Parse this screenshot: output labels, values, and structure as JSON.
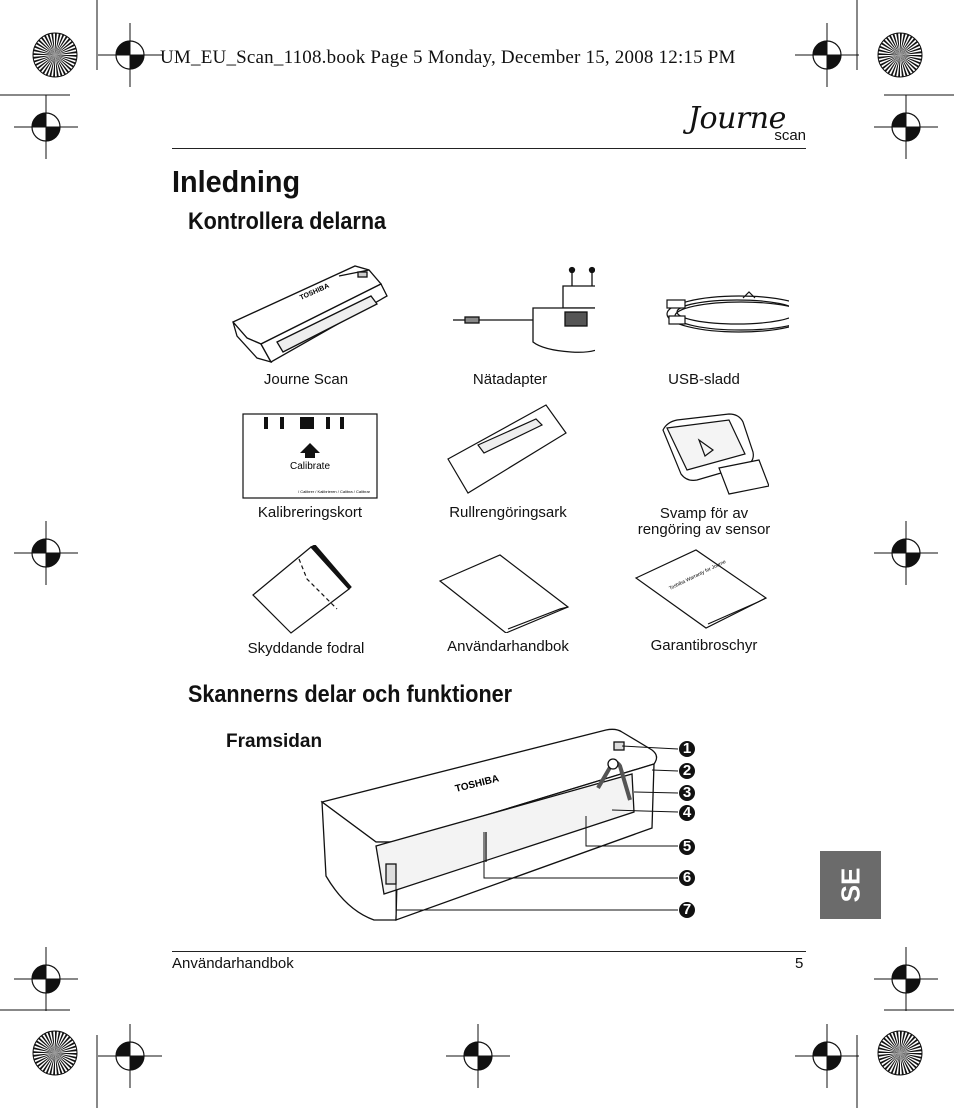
{
  "header": {
    "book_line": "UM_EU_Scan_1108.book  Page 5  Monday, December 15, 2008  12:15 PM",
    "brand_script": "Journe",
    "brand_word": "scan"
  },
  "title": "Inledning",
  "section1": {
    "heading": "Kontrollera delarna",
    "items": [
      {
        "caption": "Journe Scan",
        "icon": "scanner-icon"
      },
      {
        "caption": "Nätadapter",
        "icon": "power-adapter-icon"
      },
      {
        "caption": "USB-sladd",
        "icon": "usb-cable-icon"
      },
      {
        "caption": "Kalibreringskort",
        "icon": "calibration-card-icon",
        "card_label": "Calibrate",
        "card_small": "/ Calibrer / Kalibrieren / Calibra / Calibrar"
      },
      {
        "caption": "Rullrengöringsark",
        "icon": "roller-cleaning-sheet-icon"
      },
      {
        "caption": "Svamp för av\nrengöring av sensor",
        "icon": "sponge-icon"
      },
      {
        "caption": "Skyddande fodral",
        "icon": "protective-case-icon"
      },
      {
        "caption": "Användarhandbok",
        "icon": "user-manual-icon"
      },
      {
        "caption": "Garantibroschyr",
        "icon": "warranty-brochure-icon",
        "brochure_text": "Toshiba Warranty for Journe"
      }
    ]
  },
  "section2": {
    "heading": "Skannerns delar och funktioner",
    "subheading": "Framsidan",
    "scanner_brand": "TOSHIBA",
    "callouts": [
      "1",
      "2",
      "3",
      "4",
      "5",
      "6",
      "7"
    ]
  },
  "footer": {
    "left": "Användarhandbok",
    "page_number": "5"
  },
  "lang_tab": "SE"
}
